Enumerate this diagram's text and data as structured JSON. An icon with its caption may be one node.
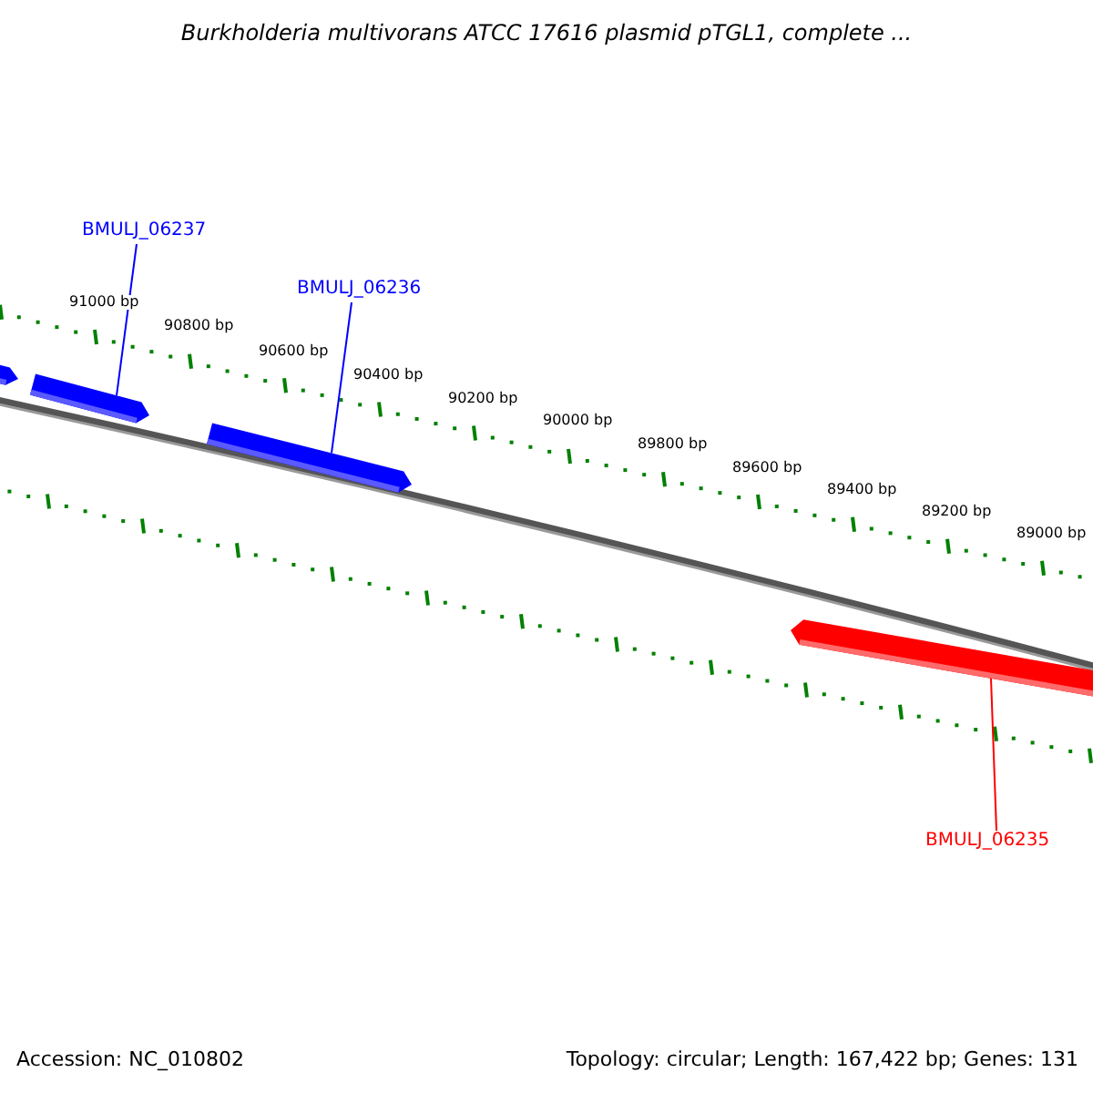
{
  "diagram": {
    "title": "Burkholderia multivorans ATCC 17616 plasmid pTGL1, complete ...",
    "nodes": [
      {
        "text": [],
        "shape": "bar"
      },
      {
        "text": [
          "BMULJ_06237"
        ]
      },
      {
        "text": [],
        "shape": "bar"
      },
      {
        "text": [
          "BMULJ_06236"
        ]
      },
      {
        "text": [],
        "shape": "bar"
      },
      {
        "text": [],
        "shape": "bar"
      },
      {
        "text": [
          "BMULJ_06235"
        ]
      }
    ],
    "edges": [
      {
        "from": 1,
        "to": 2,
        "arrow": "none",
        "color": "#0000ff"
      },
      {
        "from": 3,
        "to": 4,
        "arrow": "none",
        "color": "#0000ff"
      },
      {
        "from": 6,
        "to": 5,
        "arrow": "none",
        "color": "#ff0000"
      }
    ],
    "labels": [
      "91000 bp",
      "90800 bp",
      "90600 bp",
      "90400 bp",
      "90200 bp",
      "90000 bp",
      "89800 bp",
      "89600 bp",
      "89400 bp",
      "89200 bp",
      "89000 bp",
      "Accession: NC_010802",
      "Topology: circular; Length: 167,422 bp; Genes: 131"
    ]
  }
}
